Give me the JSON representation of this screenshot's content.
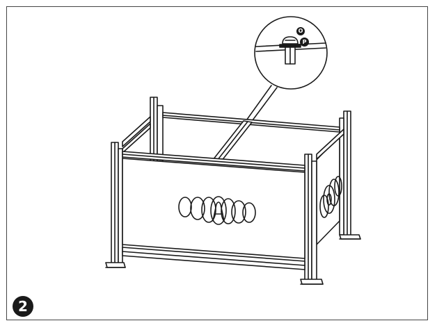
{
  "step": {
    "number": "2"
  },
  "callout": {
    "parts": [
      {
        "letter": "O",
        "name": "washer"
      },
      {
        "letter": "P",
        "name": "bolt"
      }
    ]
  },
  "colors": {
    "line": "#1a1a1a",
    "panel_border": "#444444",
    "background": "#ffffff"
  }
}
